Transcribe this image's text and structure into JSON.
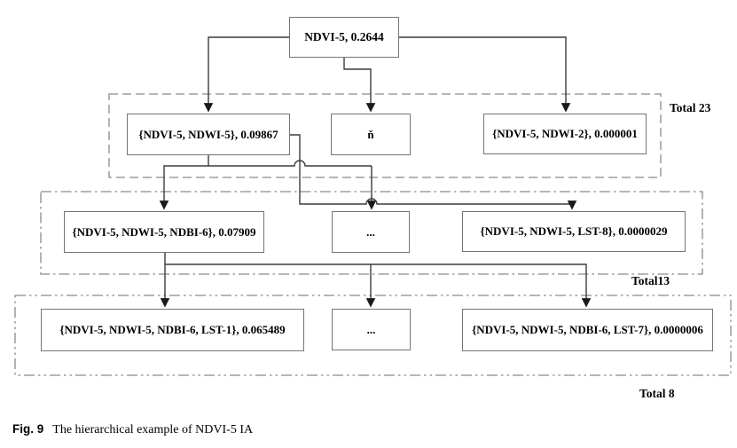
{
  "figure": {
    "caption_label": "Fig. 9",
    "caption_text": "The hierarchical example of NDVI-5 IA"
  },
  "tree": {
    "root": {
      "label": "NDVI-5, 0.2644"
    },
    "levels": [
      {
        "total_label": "Total 23",
        "nodes": [
          {
            "label": "{NDVI-5, NDWI-5}, 0.09867"
          },
          {
            "label": "ň"
          },
          {
            "label": "{NDVI-5, NDWI-2}, 0.000001"
          }
        ]
      },
      {
        "total_label": "Total13",
        "nodes": [
          {
            "label": "{NDVI-5, NDWI-5, NDBI-6}, 0.07909"
          },
          {
            "label": "..."
          },
          {
            "label": "{NDVI-5, NDWI-5, LST-8}, 0.0000029"
          }
        ]
      },
      {
        "total_label": "Total 8",
        "nodes": [
          {
            "label": "{NDVI-5, NDWI-5, NDBI-6, LST-1}, 0.065489"
          },
          {
            "label": "..."
          },
          {
            "label": "{NDVI-5, NDWI-5, NDBI-6, LST-7}, 0.0000006"
          }
        ]
      }
    ]
  },
  "colors": {
    "background": "#ffffff",
    "text": "#000000",
    "box_border": "#757575",
    "container_border": "#8a8a8a",
    "connector": "#3c3c3c"
  }
}
